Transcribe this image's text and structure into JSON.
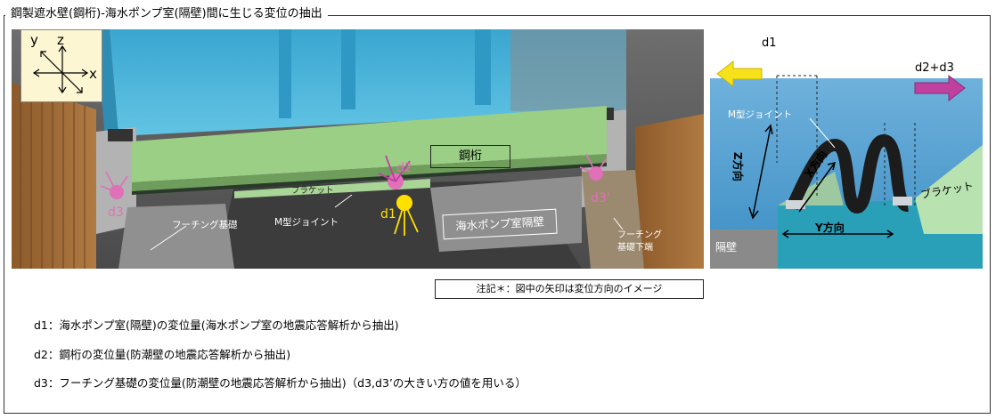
{
  "title": "鋼製遮水壁(鋼桁)-海水ポンプ室(隔壁)間に生じる変位の抽出",
  "main_figure": {
    "axes": {
      "y": "y",
      "z": "z",
      "x": "x"
    },
    "labels": {
      "steel_girder": "鋼桁",
      "bracket": "ブラケット",
      "m_joint": "M型ジョイント",
      "footing": "フーチング基礎",
      "footing_bottom": "フーチング\n基礎下端",
      "pump_wall": "海水ポンプ室隔壁",
      "d1": "d1",
      "d2": "d2",
      "d3": "d3",
      "d3p": "d3’"
    }
  },
  "side_figure": {
    "d1": "d1",
    "d2d3": "d2+d3",
    "m_joint": "M型ジョイント",
    "z_dir": "Z方向",
    "x_dir": "X方向",
    "y_dir": "Y方向",
    "bracket": "ブラケット",
    "wall": "隔壁"
  },
  "note": "注記＊：図中の矢印は変位方向のイメージ",
  "descriptions": [
    "d1：海水ポンプ室(隔壁)の変位量(海水ポンプ室の地震応答解析から抽出)",
    "d2：鋼桁の変位量(防潮壁の地震応答解析から抽出)",
    "d3：フーチング基礎の変位量(防潮壁の地震応答解析から抽出)（d3,d3’の大きい方の値を用いる）"
  ],
  "colors": {
    "water": "#4fb8dc",
    "girder": "#9ccf86",
    "concrete": "#a9a9a9",
    "footing": "#b88a52",
    "d1_yellow": "#ffe100",
    "d2_magenta": "#c040a0",
    "pink": "#e070b8"
  }
}
